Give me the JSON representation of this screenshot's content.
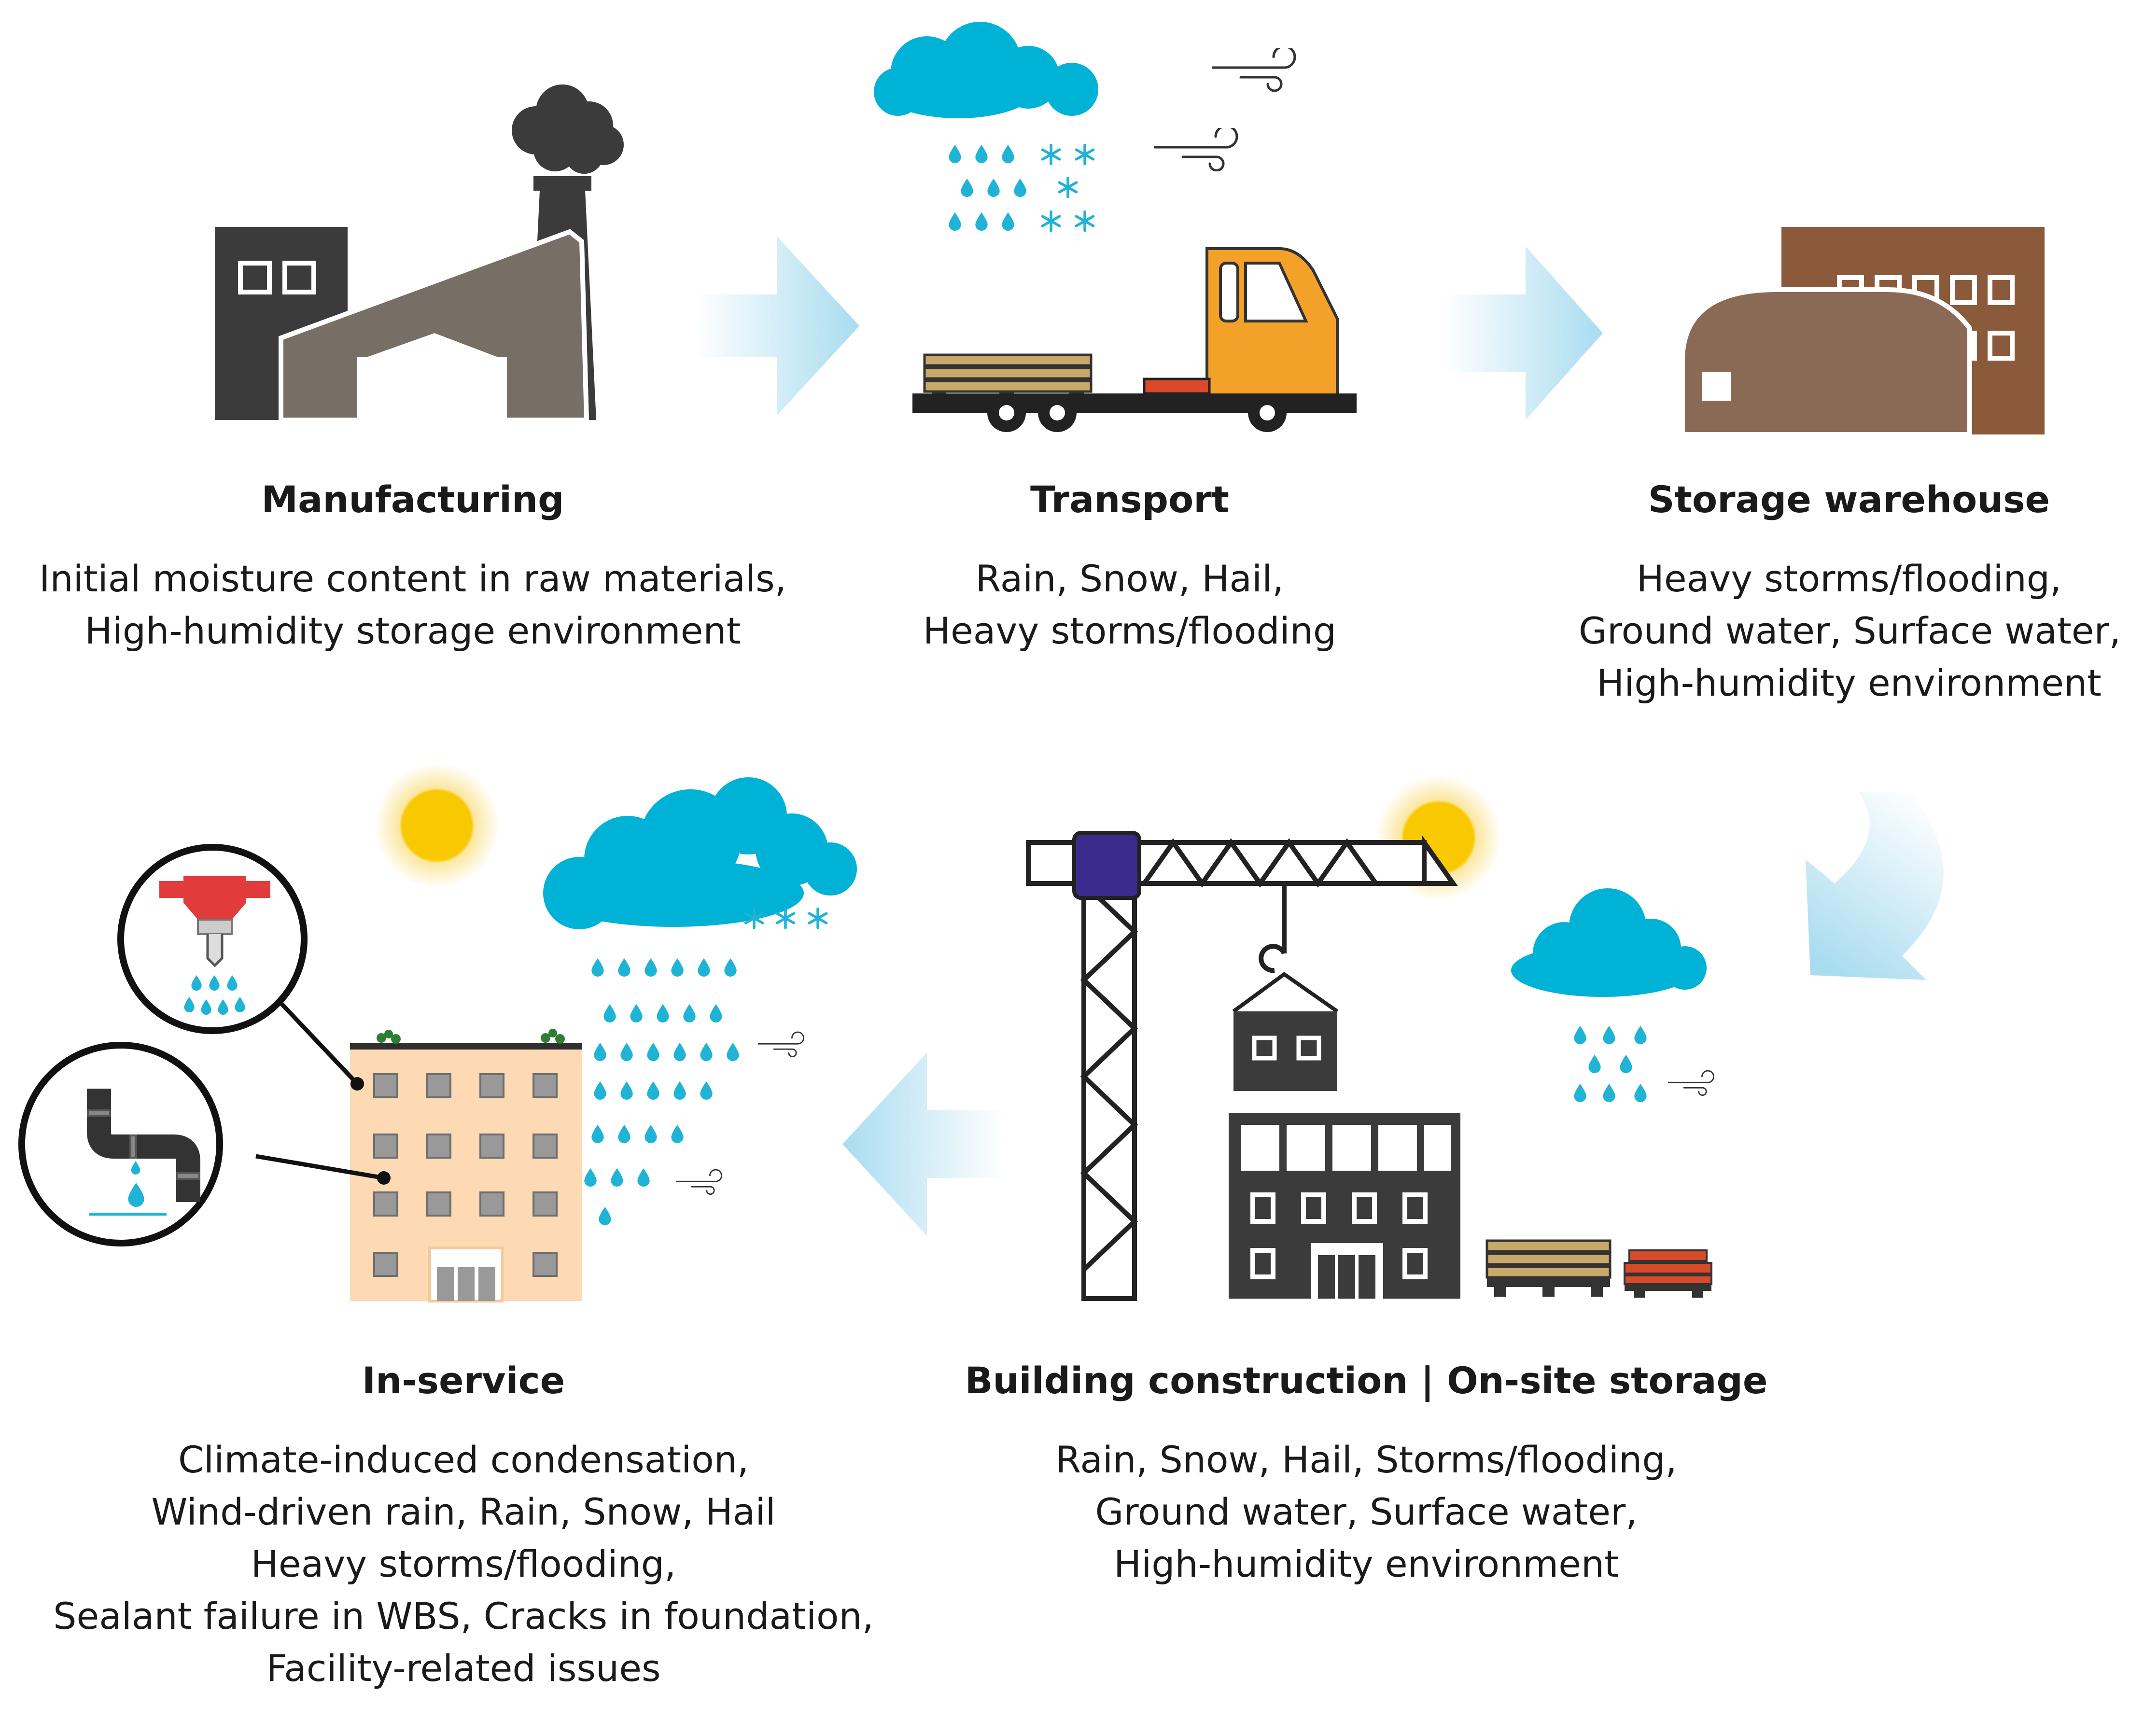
{
  "stages": {
    "manufacturing": {
      "title": "Manufacturing",
      "lines": [
        "Initial moisture content in raw materials,",
        "High-humidity storage environment"
      ]
    },
    "transport": {
      "title": "Transport",
      "lines": [
        "Rain, Snow, Hail,",
        "Heavy storms/flooding"
      ]
    },
    "storage": {
      "title": "Storage warehouse",
      "lines": [
        "Heavy storms/flooding,",
        "Ground water, Surface water,",
        "High-humidity environment"
      ]
    },
    "construction": {
      "title": "Building construction | On-site storage",
      "lines": [
        "Rain, Snow, Hail, Storms/flooding,",
        "Ground water, Surface water,",
        "High-humidity environment"
      ]
    },
    "inservice": {
      "title": "In-service",
      "lines": [
        "Climate-induced condensation,",
        "Wind-driven rain, Rain, Snow, Hail",
        "Heavy storms/flooding,",
        "Sealant failure in WBS, Cracks in foundation,",
        "Facility-related issues"
      ]
    }
  },
  "colors": {
    "factory_dark": "#3b3b3b",
    "factory_roof": "#776e66",
    "cloud": "#00b2d6",
    "water_drop": "#1fb3d6",
    "truck_cab": "#f4a12a",
    "pallet": "#c9a96a",
    "warehouse": "#8b6a55",
    "brick_building": "#8a5a3b",
    "crane_cab": "#3a2b8c",
    "sun": "#f8c800",
    "sun_halo": "#fbe7a0",
    "inservice_building": "#fdd9b4",
    "sprinkler": "#e23b3b",
    "flow_arrow": "#a9dcf0",
    "brick_stack": "#d84a2a"
  },
  "icons": [
    "factory-icon",
    "truck-icon",
    "warehouse-icon",
    "crane-icon",
    "building-icon",
    "cloud-icon",
    "sun-icon",
    "wind-icon",
    "sprinkler-icon",
    "leaking-pipe-icon"
  ]
}
